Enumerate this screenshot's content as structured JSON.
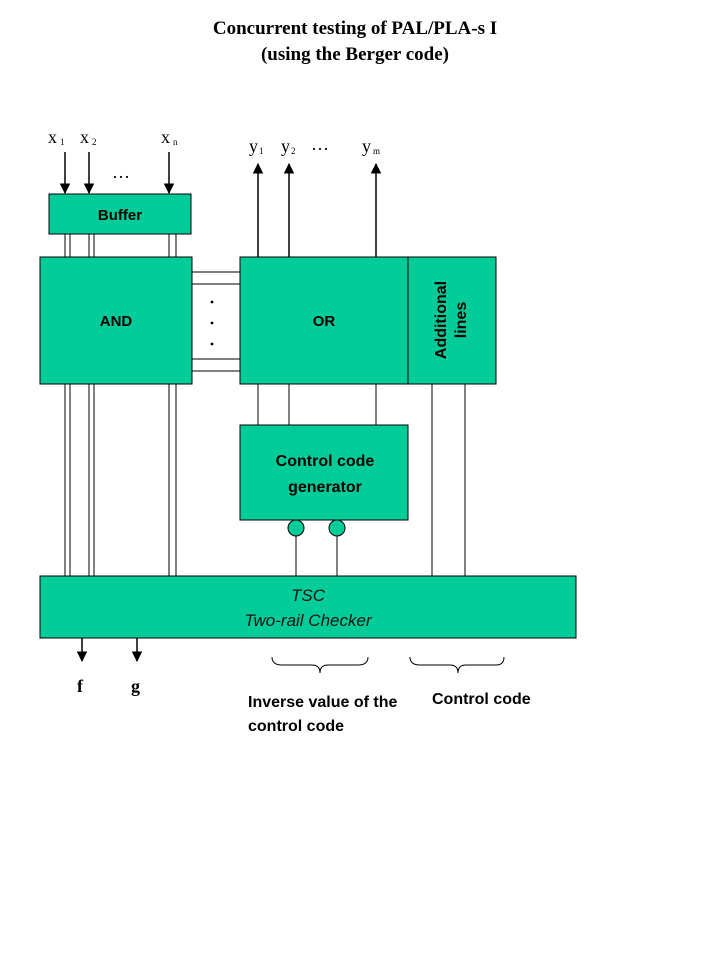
{
  "title": {
    "line1": "Concurrent testing of PAL/PLA-s I",
    "line2": "(using the Berger code)"
  },
  "inputs": {
    "x": "x",
    "sub1": "1",
    "sub2": "2",
    "subn": "n",
    "ellipsis": "…"
  },
  "outputs": {
    "y": "y",
    "sub1": "1",
    "sub2": "2",
    "subm": "m",
    "ellipsis": "…"
  },
  "blocks": {
    "buffer": "Buffer",
    "and": "AND",
    "or": "OR",
    "additional_line1": "Additional",
    "additional_line2": "lines",
    "ccg_line1": "Control code",
    "ccg_line2": "generator",
    "tsc_line1": "TSC",
    "tsc_line2": "Two-rail Checker"
  },
  "signals": {
    "f": "f",
    "g": "g"
  },
  "annotations": {
    "inverse_line1": "Inverse value of the",
    "inverse_line2": "control code",
    "control_code": "Control code"
  },
  "colors": {
    "block_fill": "#00CC99",
    "line": "#000000"
  }
}
